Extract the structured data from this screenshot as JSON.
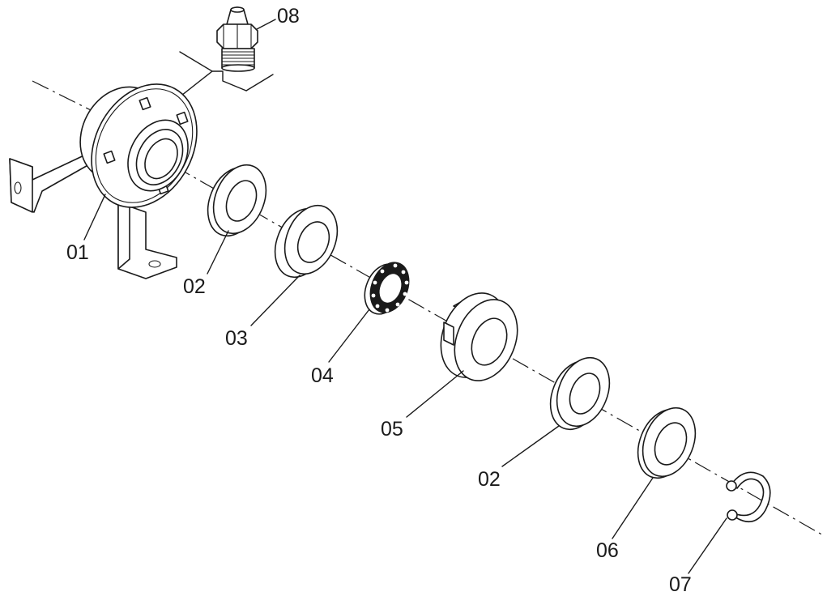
{
  "callouts": {
    "c01": "01",
    "c02a": "02",
    "c03": "03",
    "c04": "04",
    "c05": "05",
    "c02b": "02",
    "c06": "06",
    "c07": "07",
    "c08": "08"
  }
}
